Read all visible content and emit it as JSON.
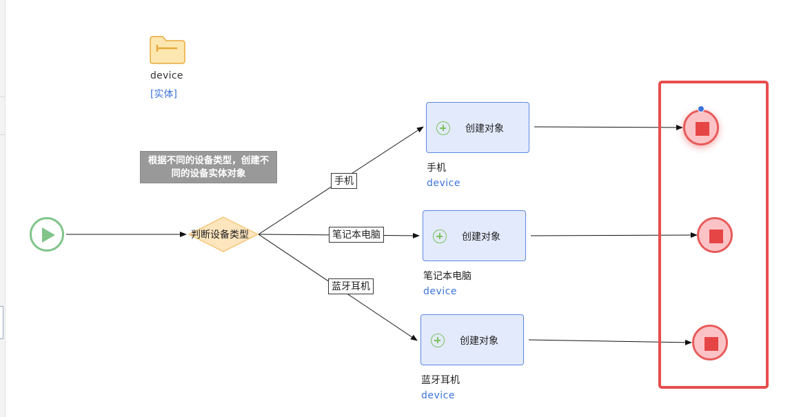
{
  "entity": {
    "name": "device",
    "type": "[实体]",
    "icon": "folder-entity-icon"
  },
  "note": {
    "text": "根据不同的设备类型，创建不同的设备实体对象"
  },
  "start_event": {
    "icon": "play-icon"
  },
  "gateway": {
    "label": "判断设备类型"
  },
  "edge_labels": {
    "phone": "手机",
    "laptop": "笔记本电脑",
    "earphone": "蓝牙耳机"
  },
  "tasks": [
    {
      "label": "创建对象",
      "name": "手机",
      "entity": "device",
      "icon": "plus-circle-icon"
    },
    {
      "label": "创建对象",
      "name": "笔记本电脑",
      "entity": "device",
      "icon": "plus-circle-icon"
    },
    {
      "label": "创建对象",
      "name": "蓝牙耳机",
      "entity": "device",
      "icon": "plus-circle-icon"
    }
  ],
  "end_events": {
    "count": 3,
    "icon": "stop-icon"
  },
  "colors": {
    "start_border": "#80c48a",
    "gateway_fill": "#fde5bd",
    "task_fill": "#e3eafc",
    "task_border": "#5b86e0",
    "end_fill": "#fcc3c6",
    "end_border": "#e85a5a",
    "highlight": "#e84c4c",
    "link": "#3b73d9"
  }
}
